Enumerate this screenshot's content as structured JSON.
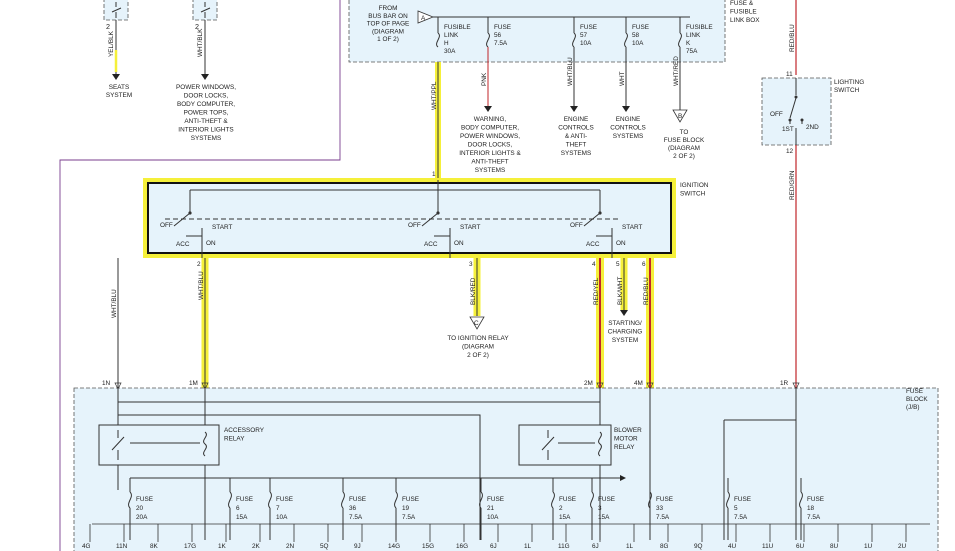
{
  "colors": {
    "highlight_yellow": "#f5f03a",
    "wire_red": "#c0262a",
    "wire_purple": "#7a3d8e",
    "box_fill": "#e6f3fb"
  },
  "top_left": {
    "left_pin": "2",
    "left_wire": "YEL/BLK",
    "left_dest": "SEATS SYSTEM",
    "right_pin": "2",
    "right_wire": "WHT/BLK",
    "right_dest": [
      "POWER WINDOWS,",
      "DOOR LOCKS,",
      "BODY COMPUTER,",
      "POWER TOPS,",
      "ANTI-THEFT &",
      "INTERIOR LIGHTS",
      "SYSTEMS"
    ]
  },
  "fuse_link_box": {
    "title": [
      "FUSE &",
      "FUSIBLE",
      "LINK BOX"
    ],
    "from": [
      "FROM",
      "BUS BAR ON",
      "TOP OF PAGE",
      "(DIAGRAM",
      "1 OF 2)"
    ],
    "connector": "A",
    "fuses": [
      {
        "lines": [
          "FUSIBLE",
          "LINK",
          "H",
          "30A"
        ],
        "wire": "WHT/PPL"
      },
      {
        "lines": [
          "FUSE",
          "56",
          "7.5A"
        ],
        "wire": "PNK",
        "dest": [
          "WARNING,",
          "BODY COMPUTER,",
          "POWER WINDOWS,",
          "DOOR LOCKS,",
          "INTERIOR LIGHTS &",
          "ANTI-THEFT",
          "SYSTEMS"
        ]
      },
      {
        "lines": [
          "FUSE",
          "57",
          "10A"
        ],
        "wire": "WHT/BLU",
        "dest": [
          "ENGINE",
          "CONTROLS",
          "& ANTI-",
          "THEFT",
          "SYSTEMS"
        ]
      },
      {
        "lines": [
          "FUSE",
          "58",
          "10A"
        ],
        "wire": "WHT",
        "dest": [
          "ENGINE",
          "CONTROLS",
          "SYSTEMS"
        ]
      },
      {
        "lines": [
          "FUSIBLE",
          "LINK",
          "K",
          "75A"
        ],
        "wire": "WHT/RED",
        "connector": "B",
        "dest": [
          "TO",
          "FUSE BLOCK",
          "(DIAGRAM",
          "2 OF 2)"
        ]
      }
    ]
  },
  "lighting_switch": {
    "title": [
      "LIGHTING",
      "SWITCH"
    ],
    "pin_top": "11",
    "pin_bottom": "12",
    "off": "OFF",
    "pos1": "1ST",
    "pos2": "2ND",
    "wire_top": "RED/BLU",
    "wire_bottom": "RED/GRN"
  },
  "ignition_switch": {
    "title": [
      "IGNITION",
      "SWITCH"
    ],
    "pin_top": "1",
    "off": "OFF",
    "start": "START",
    "acc": "ACC",
    "on": "ON",
    "pins": [
      "2",
      "3",
      "4",
      "5",
      "6"
    ],
    "wires": [
      "WHT/BLU",
      "BLK/RED",
      "RED/YEL",
      "BLK/WHT",
      "RED/BLU"
    ],
    "relay_dest": [
      "TO IGNITION RELAY",
      "(DIAGRAM",
      "2 OF 2)"
    ],
    "relay_connector": "C",
    "starting_dest": [
      "STARTING/",
      "CHARGING",
      "SYSTEM"
    ]
  },
  "left_wire": "WHT/BLU",
  "fuse_block": {
    "title": [
      "FUSE",
      "BLOCK",
      "(J/B)"
    ],
    "pins": [
      "1N",
      "1M",
      "2M",
      "4M",
      "1R"
    ],
    "accessory_relay": [
      "ACCESSORY",
      "RELAY"
    ],
    "blower_relay": [
      "BLOWER",
      "MOTOR",
      "RELAY"
    ],
    "fuses": [
      {
        "n": "20",
        "a": "20A"
      },
      {
        "n": "6",
        "a": "15A"
      },
      {
        "n": "7",
        "a": "10A"
      },
      {
        "n": "36",
        "a": "7.5A"
      },
      {
        "n": "19",
        "a": "7.5A"
      },
      {
        "n": "21",
        "a": "10A"
      },
      {
        "n": "2",
        "a": "15A"
      },
      {
        "n": "3",
        "a": "15A"
      },
      {
        "n": "33",
        "a": "7.5A"
      },
      {
        "n": "5",
        "a": "7.5A"
      },
      {
        "n": "18",
        "a": "7.5A"
      }
    ],
    "fuse_word": "FUSE",
    "bottom_pins": [
      "4G",
      "11N",
      "8K",
      "17G",
      "1K",
      "2K",
      "2N",
      "5Q",
      "9J",
      "14G",
      "15G",
      "16G",
      "6J",
      "1L",
      "11G",
      "6J",
      "1L",
      "8G",
      "9Q",
      "4U",
      "11U",
      "6U",
      "8U",
      "1U",
      "2U"
    ]
  }
}
